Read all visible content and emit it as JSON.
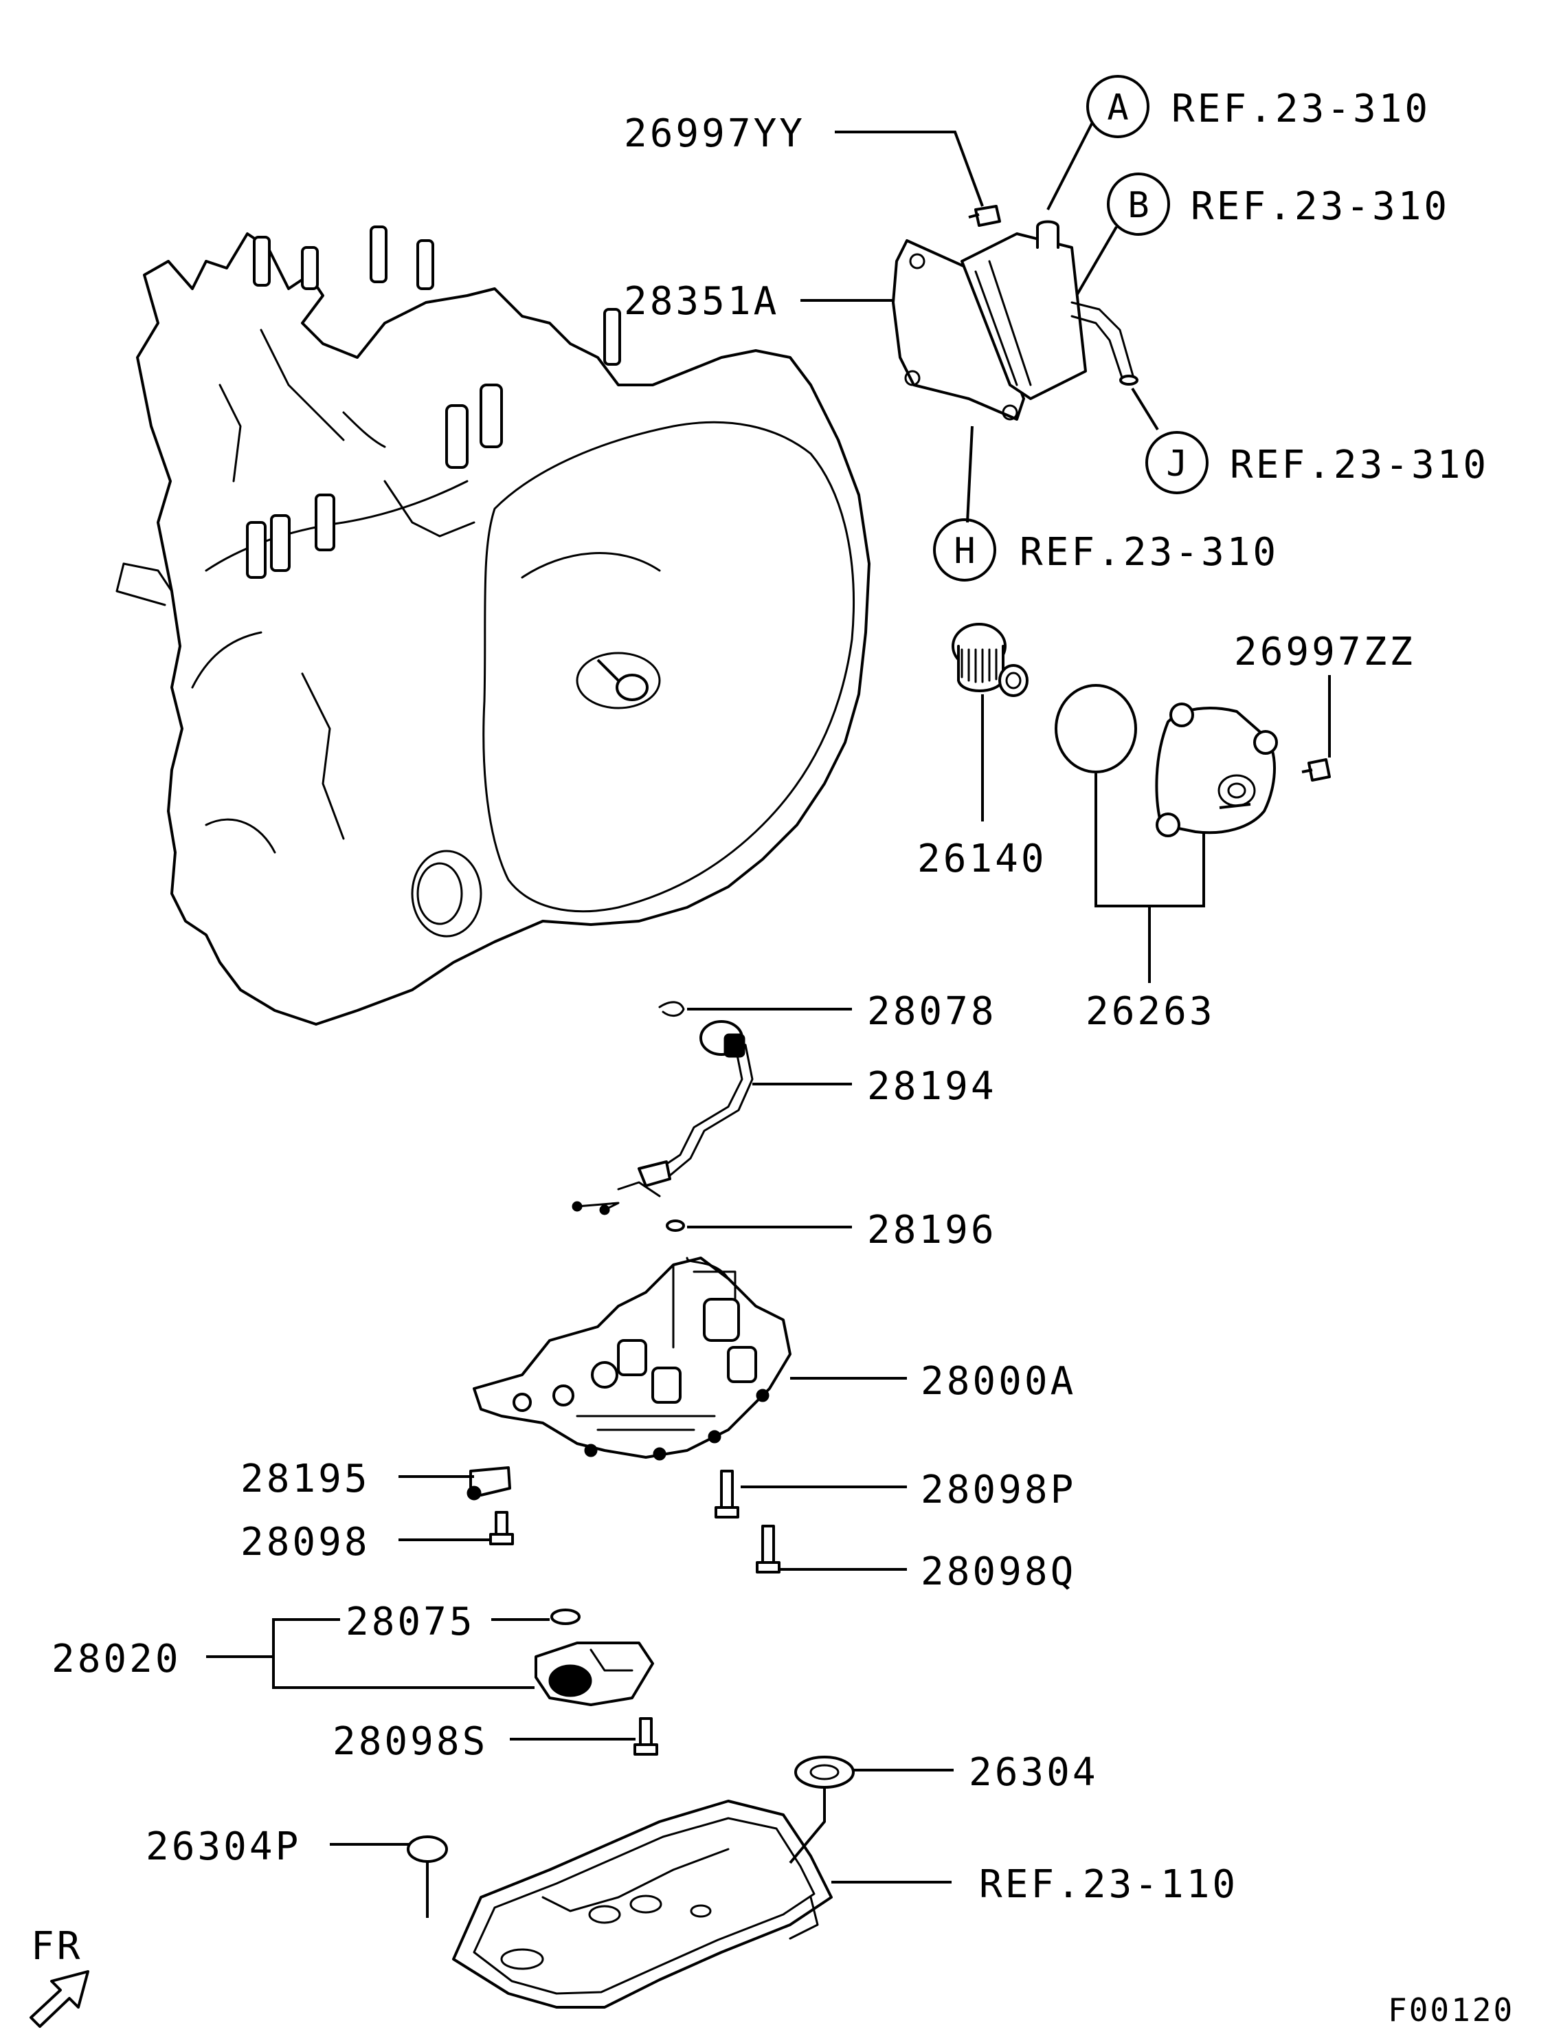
{
  "diagram": {
    "parts": [
      {
        "id": "p1",
        "label": "26997YY"
      },
      {
        "id": "p2",
        "label": "28351A"
      },
      {
        "id": "p3",
        "label": "26997ZZ"
      },
      {
        "id": "p4",
        "label": "26140"
      },
      {
        "id": "p5",
        "label": "26263"
      },
      {
        "id": "p6",
        "label": "28078"
      },
      {
        "id": "p7",
        "label": "28194"
      },
      {
        "id": "p8",
        "label": "28196"
      },
      {
        "id": "p9",
        "label": "28000A"
      },
      {
        "id": "p10",
        "label": "28195"
      },
      {
        "id": "p11",
        "label": "28098"
      },
      {
        "id": "p12",
        "label": "28098P"
      },
      {
        "id": "p13",
        "label": "28098Q"
      },
      {
        "id": "p14",
        "label": "28075"
      },
      {
        "id": "p15",
        "label": "28020"
      },
      {
        "id": "p16",
        "label": "28098S"
      },
      {
        "id": "p17",
        "label": "26304"
      },
      {
        "id": "p18",
        "label": "26304P"
      },
      {
        "id": "p19",
        "label": "REF.23-110"
      }
    ],
    "refs": [
      {
        "letter": "A",
        "label": "REF.23-310"
      },
      {
        "letter": "B",
        "label": "REF.23-310"
      },
      {
        "letter": "J",
        "label": "REF.23-310"
      },
      {
        "letter": "H",
        "label": "REF.23-310"
      }
    ],
    "direction_label": "FR",
    "figure_code": "F00120"
  }
}
